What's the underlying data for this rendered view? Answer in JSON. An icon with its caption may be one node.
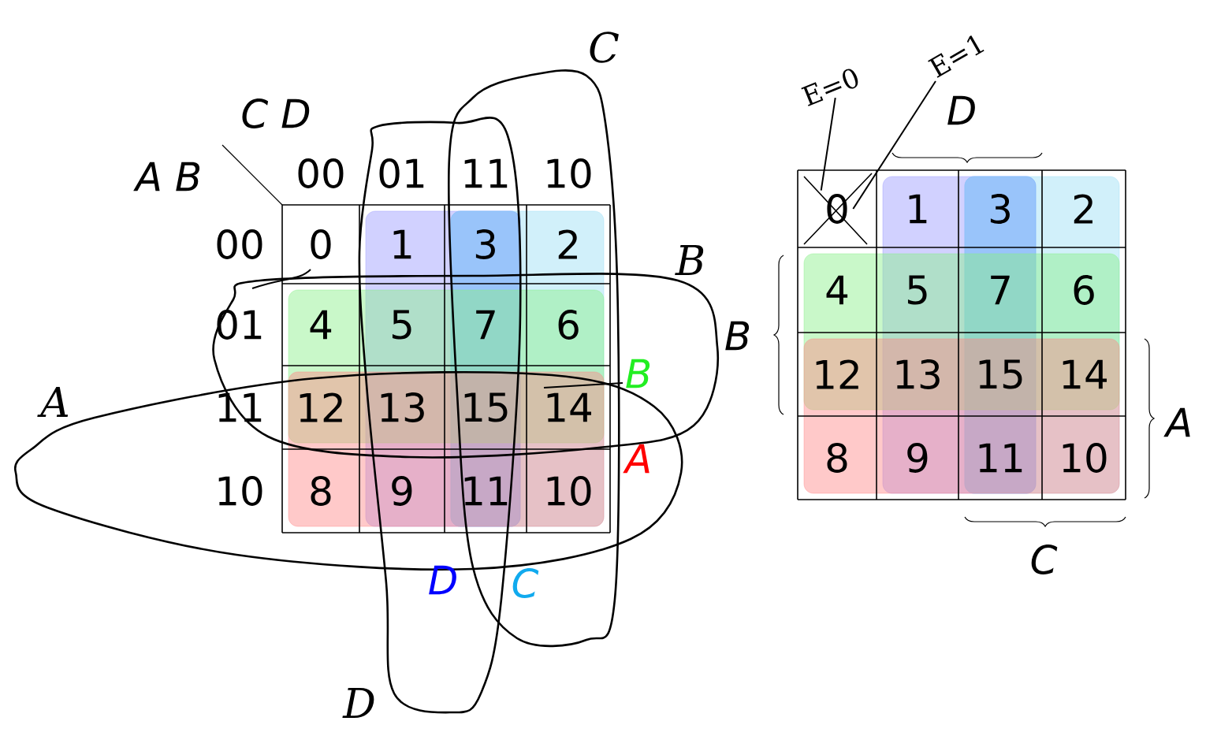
{
  "diagram": {
    "nodes": [
      {
        "text": [
          "E=0"
        ]
      },
      {
        "text": [
          "E=1"
        ]
      },
      {
        "text": [
          "0"
        ]
      }
    ],
    "edges": [
      {
        "from": 0,
        "to": 2,
        "arrow": "none"
      },
      {
        "from": 1,
        "to": 2,
        "arrow": "none"
      }
    ],
    "labels": [
      "C D",
      "A B",
      "00",
      "01",
      "11",
      "10",
      "00",
      "0",
      "1",
      "3",
      "2",
      "01",
      "4",
      "5",
      "7",
      "6",
      "11",
      "12",
      "13",
      "15",
      "14",
      "10",
      "8",
      "9",
      "11",
      "10",
      "B",
      "A",
      "D",
      "C",
      "C",
      "B",
      "A",
      "D",
      "D",
      "1",
      "3",
      "2",
      "B",
      "4",
      "5",
      "7",
      "6",
      "12",
      "13",
      "15",
      "14",
      "A",
      "8",
      "9",
      "11",
      "10",
      "C"
    ]
  }
}
